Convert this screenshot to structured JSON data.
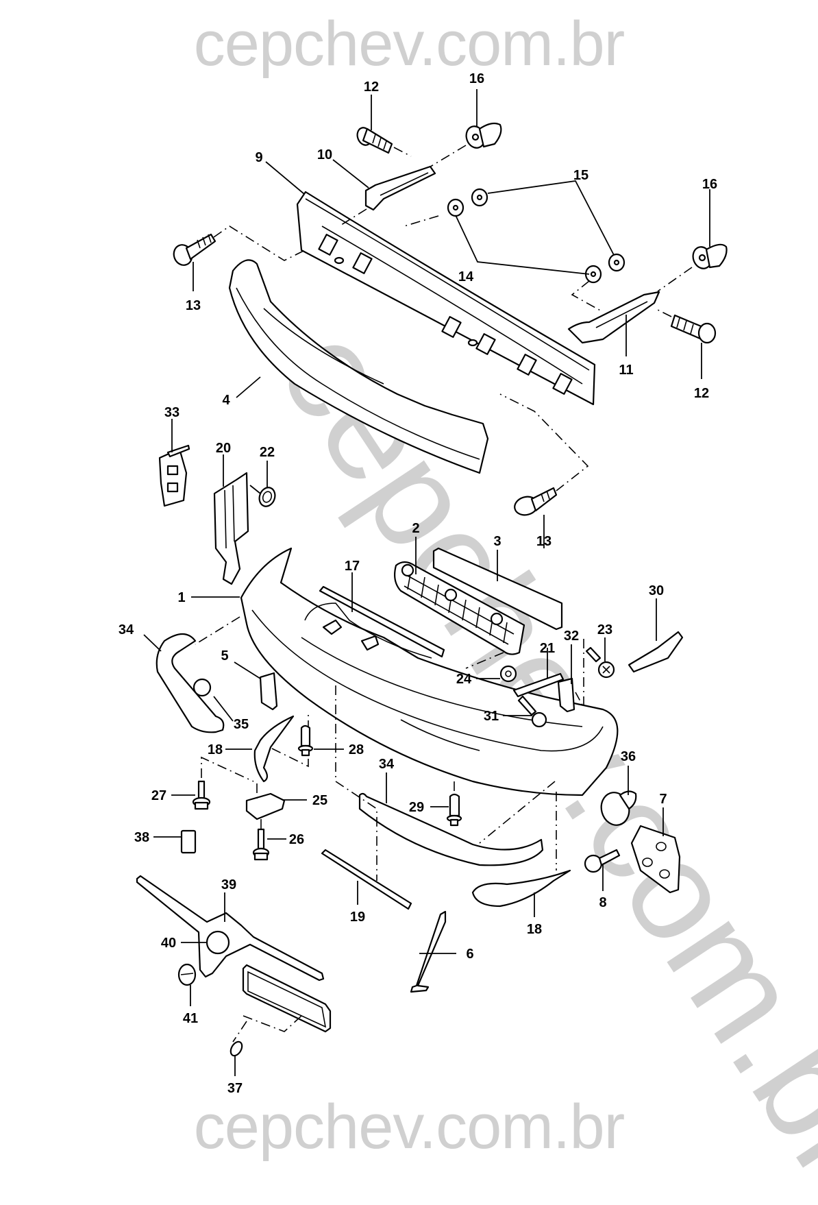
{
  "watermark": {
    "top": "cepchev.com.br",
    "bottom": "cepchev.com.br",
    "diagonal": "cepchev.com.br"
  },
  "diagram": {
    "title": "Front bumper exploded view",
    "labels": [
      {
        "id": "12a",
        "text": "12"
      },
      {
        "id": "16a",
        "text": "16"
      },
      {
        "id": "9",
        "text": "9"
      },
      {
        "id": "10",
        "text": "10"
      },
      {
        "id": "15",
        "text": "15"
      },
      {
        "id": "16b",
        "text": "16"
      },
      {
        "id": "13a",
        "text": "13"
      },
      {
        "id": "14",
        "text": "14"
      },
      {
        "id": "11",
        "text": "11"
      },
      {
        "id": "12b",
        "text": "12"
      },
      {
        "id": "4",
        "text": "4"
      },
      {
        "id": "33",
        "text": "33"
      },
      {
        "id": "20",
        "text": "20"
      },
      {
        "id": "22",
        "text": "22"
      },
      {
        "id": "13b",
        "text": "13"
      },
      {
        "id": "2",
        "text": "2"
      },
      {
        "id": "3",
        "text": "3"
      },
      {
        "id": "17",
        "text": "17"
      },
      {
        "id": "30",
        "text": "30"
      },
      {
        "id": "1",
        "text": "1"
      },
      {
        "id": "23",
        "text": "23"
      },
      {
        "id": "34a",
        "text": "34"
      },
      {
        "id": "32",
        "text": "32"
      },
      {
        "id": "21",
        "text": "21"
      },
      {
        "id": "5",
        "text": "5"
      },
      {
        "id": "24",
        "text": "24"
      },
      {
        "id": "31",
        "text": "31"
      },
      {
        "id": "35",
        "text": "35"
      },
      {
        "id": "18a",
        "text": "18"
      },
      {
        "id": "28",
        "text": "28"
      },
      {
        "id": "36",
        "text": "36"
      },
      {
        "id": "34b",
        "text": "34"
      },
      {
        "id": "7",
        "text": "7"
      },
      {
        "id": "27",
        "text": "27"
      },
      {
        "id": "25",
        "text": "25"
      },
      {
        "id": "29",
        "text": "29"
      },
      {
        "id": "38",
        "text": "38"
      },
      {
        "id": "26",
        "text": "26"
      },
      {
        "id": "8",
        "text": "8"
      },
      {
        "id": "39",
        "text": "39"
      },
      {
        "id": "19",
        "text": "19"
      },
      {
        "id": "18b",
        "text": "18"
      },
      {
        "id": "40",
        "text": "40"
      },
      {
        "id": "6",
        "text": "6"
      },
      {
        "id": "41",
        "text": "41"
      },
      {
        "id": "37",
        "text": "37"
      }
    ]
  }
}
